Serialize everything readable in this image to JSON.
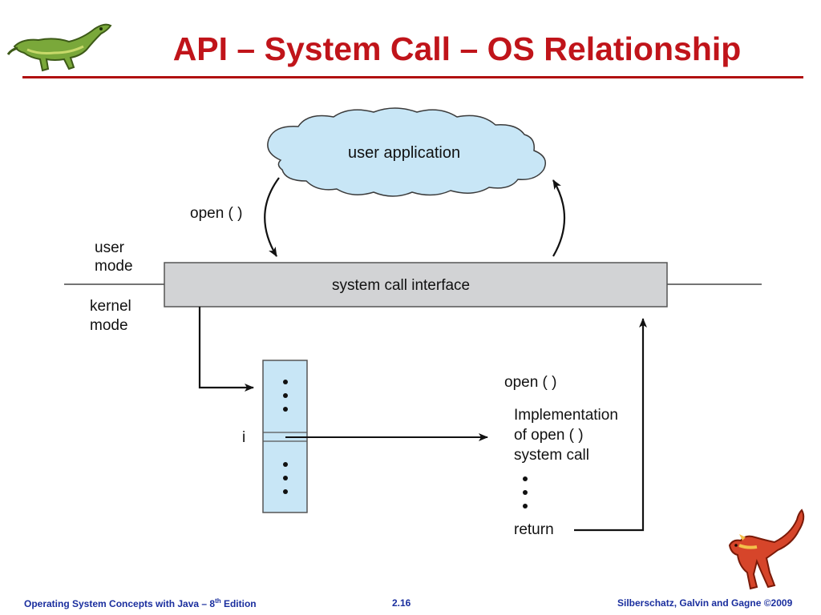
{
  "slide": {
    "title": "API – System Call – OS Relationship"
  },
  "diagram": {
    "cloud_label": "user application",
    "call_label_top": "open ( )",
    "user_mode_label_line1": "user",
    "user_mode_label_line2": "mode",
    "kernel_mode_label_line1": "kernel",
    "kernel_mode_label_line2": "mode",
    "interface_label": "system call interface",
    "table_index_label": "i",
    "impl_title": "open ( )",
    "impl_line1": "Implementation",
    "impl_line2": "of open ( )",
    "impl_line3": "system call",
    "return_label": "return"
  },
  "footer": {
    "left_prefix": "Operating System Concepts with Java – 8",
    "left_sup": "th",
    "left_suffix": " Edition",
    "center": "2.16",
    "right": "Silberschatz, Galvin and Gagne ©2009"
  },
  "colors": {
    "title": "#c0141a",
    "footer": "#1a2e9e",
    "cloud_fill": "#c8e6f6",
    "interface_fill": "#d2d3d5",
    "table_fill": "#c8e6f6"
  },
  "icons": [
    "dinosaur-logo-icon",
    "dinosaur-corner-icon"
  ]
}
